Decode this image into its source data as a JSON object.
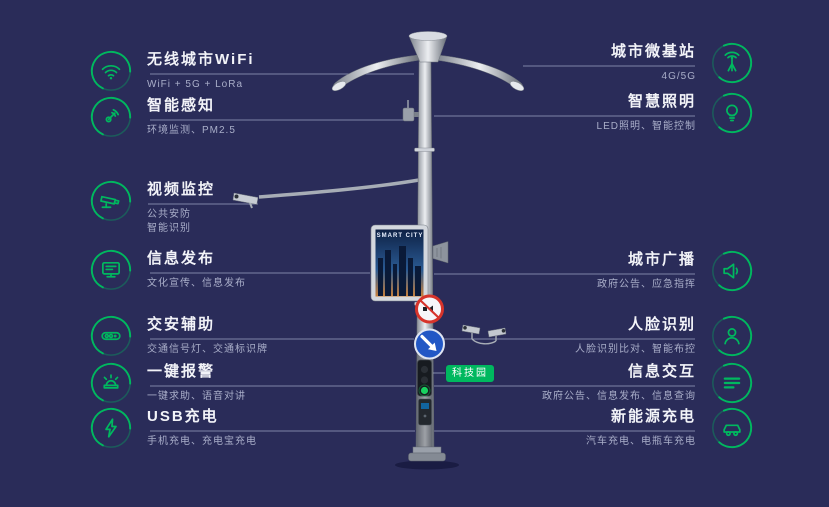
{
  "app": {
    "background_color": "#2a2c59",
    "accent_color": "#00b85f",
    "title_color": "#f2f3f8",
    "subtitle_color": "#a9aec9"
  },
  "left_features": [
    {
      "title": "无线城市WiFi",
      "subtitle": "WiFi + 5G + LoRa",
      "icon": "wifi-icon"
    },
    {
      "title": "智能感知",
      "subtitle": "环境监测、PM2.5",
      "icon": "sensor-icon"
    },
    {
      "title": "视频监控",
      "subtitle_lines": [
        "公共安防",
        "智能识别"
      ],
      "icon": "cctv-icon"
    },
    {
      "title": "信息发布",
      "subtitle": "文化宣传、信息发布",
      "icon": "display-icon"
    },
    {
      "title": "交安辅助",
      "subtitle": "交通信号灯、交通标识牌",
      "icon": "traffic-signal-icon"
    },
    {
      "title": "一键报警",
      "subtitle": "一键求助、语音对讲",
      "icon": "alarm-icon"
    },
    {
      "title": "USB充电",
      "subtitle": "手机充电、充电宝充电",
      "icon": "usb-icon"
    }
  ],
  "right_features": [
    {
      "title": "城市微基站",
      "subtitle": "4G/5G",
      "icon": "antenna-icon"
    },
    {
      "title": "智慧照明",
      "subtitle": "LED照明、智能控制",
      "icon": "bulb-icon"
    },
    {
      "title": "城市广播",
      "subtitle": "政府公告、应急指挥",
      "icon": "speaker-icon"
    },
    {
      "title": "人脸识别",
      "subtitle": "人脸识别比对、智能布控",
      "icon": "face-icon"
    },
    {
      "title": "信息交互",
      "subtitle": "政府公告、信息发布、信息查询",
      "icon": "interact-icon"
    },
    {
      "title": "新能源充电",
      "subtitle": "汽车充电、电瓶车充电",
      "icon": "ev-icon"
    }
  ],
  "pole": {
    "screen_label": "SMART CITY",
    "tag_label": "科技园"
  }
}
